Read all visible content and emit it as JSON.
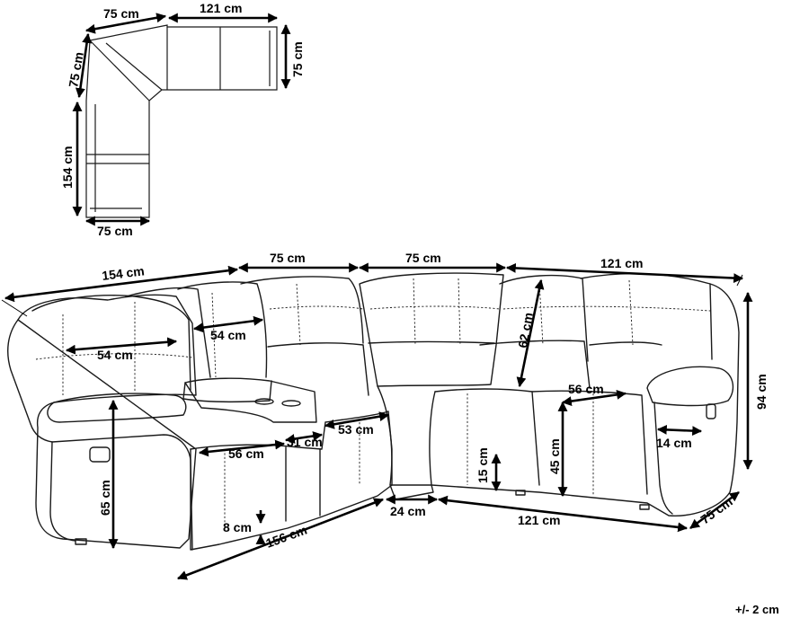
{
  "plan_view": {
    "top_left_width": "75 cm",
    "top_right_width": "121 cm",
    "left_diagonal": "75 cm",
    "right_depth": "75 cm",
    "left_length": "154 cm",
    "bottom_width": "75 cm"
  },
  "sofa_view": {
    "total_left": "154 cm",
    "corner_left": "75 cm",
    "corner_right": "75 cm",
    "total_right": "121 cm",
    "seat_width_left": "54 cm",
    "seat_width_mid": "54 cm",
    "backrest_height": "62 cm",
    "total_height": "94 cm",
    "armrest_width": "56 cm",
    "seat_depth_a": "56 cm",
    "console_width": "31 cm",
    "seat_depth_b": "53 cm",
    "armrest_clearance": "14 cm",
    "seat_height_left": "65 cm",
    "seat_height_right": "45 cm",
    "leg_clearance": "15 cm",
    "floor_gap": "8 cm",
    "base_left": "156 cm",
    "corner_base": "24 cm",
    "base_right": "121 cm",
    "depth_right": "75 cm"
  },
  "tolerance": "+/- 2 cm"
}
